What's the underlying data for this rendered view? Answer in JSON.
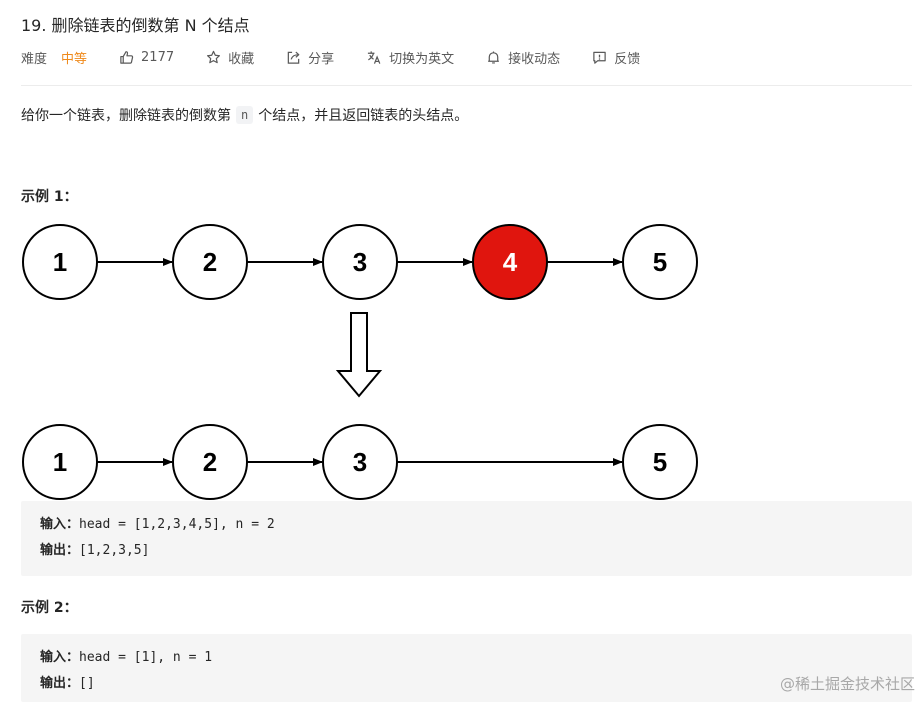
{
  "problem": {
    "title": "19. 删除链表的倒数第 N 个结点",
    "difficulty_label": "难度",
    "difficulty": "中等",
    "likes": "2177",
    "favorite_label": "收藏",
    "share_label": "分享",
    "switch_lang_label": "切换为英文",
    "subscribe_label": "接收动态",
    "feedback_label": "反馈"
  },
  "description": {
    "before": "给你一个链表，删除链表的倒数第",
    "code": "n",
    "after": "个结点，并且返回链表的头结点。"
  },
  "diagram": {
    "top_nodes": [
      "1",
      "2",
      "3",
      "4",
      "5"
    ],
    "bottom_nodes": [
      "1",
      "2",
      "3",
      "5"
    ],
    "highlight_color": "#e0150e",
    "highlight_index": 3
  },
  "examples": [
    {
      "title": "示例 1：",
      "input_label": "输入：",
      "input": "head = [1,2,3,4,5], n = 2",
      "output_label": "输出：",
      "output": "[1,2,3,5]"
    },
    {
      "title": "示例 2：",
      "input_label": "输入：",
      "input": "head = [1], n = 1",
      "output_label": "输出：",
      "output": "[]"
    }
  ],
  "watermark": "@稀土掘金技术社区",
  "colors": {
    "difficulty_medium": "#ef8a1c",
    "code_background": "#f5f5f5",
    "text": "#262626"
  }
}
